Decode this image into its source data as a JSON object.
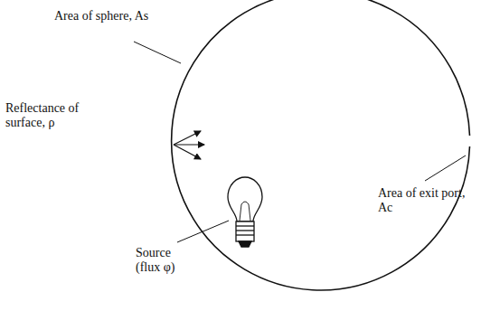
{
  "diagram": {
    "labels": [
      "Area of sphere, As",
      "Reflectance of surface, ρ",
      "Area of exit port, Ac",
      "Source (flux φ)"
    ]
  }
}
